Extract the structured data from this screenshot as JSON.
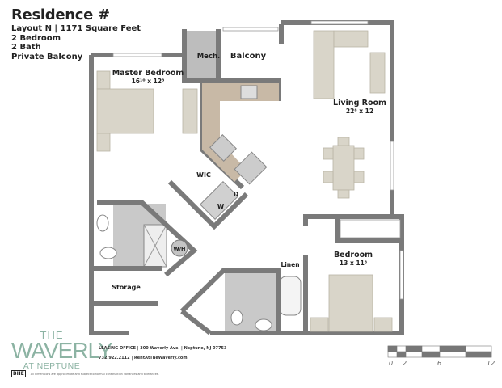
{
  "header": {
    "title": "Residence #",
    "lines": [
      "Layout N  |  1171 Square Feet",
      "2 Bedroom",
      "2 Bath",
      "Private Balcony"
    ]
  },
  "rooms": {
    "mech": "Mech.",
    "balcony": "Balcony",
    "master_bedroom": "Master Bedroom",
    "master_bedroom_dims": "16¹⁰ x 12³",
    "living_room": "Living Room",
    "living_room_dims": "22⁸ x 12",
    "wic": "WIC",
    "dryer": "D",
    "washer": "W",
    "water_heater": "W/H",
    "storage": "Storage",
    "linen": "Linen",
    "bedroom": "Bedroom",
    "bedroom_dims": "13 x 11³"
  },
  "logo": {
    "line1": "THE",
    "line2": "WAVERLY",
    "line3": "AT NEPTUNE"
  },
  "office": {
    "line1": "LEASING OFFICE  |  300 Waverly Ave.  |  Neptune, NJ 07753",
    "line2": "732.922.2112  |  RentAtTheWaverly.com"
  },
  "footer": {
    "brand": "BHE",
    "disclaimer": "All dimensions are approximate and subject to normal construction variances and tolerances."
  },
  "scale": {
    "labels": [
      "0",
      "2",
      "6",
      "12"
    ]
  },
  "colors": {
    "wall": "#7a7a7a",
    "furniture": "#d9d5c9",
    "counter": "#c8b9a6",
    "tile": "#c4c4c4",
    "logo": "#8cb3a3"
  }
}
